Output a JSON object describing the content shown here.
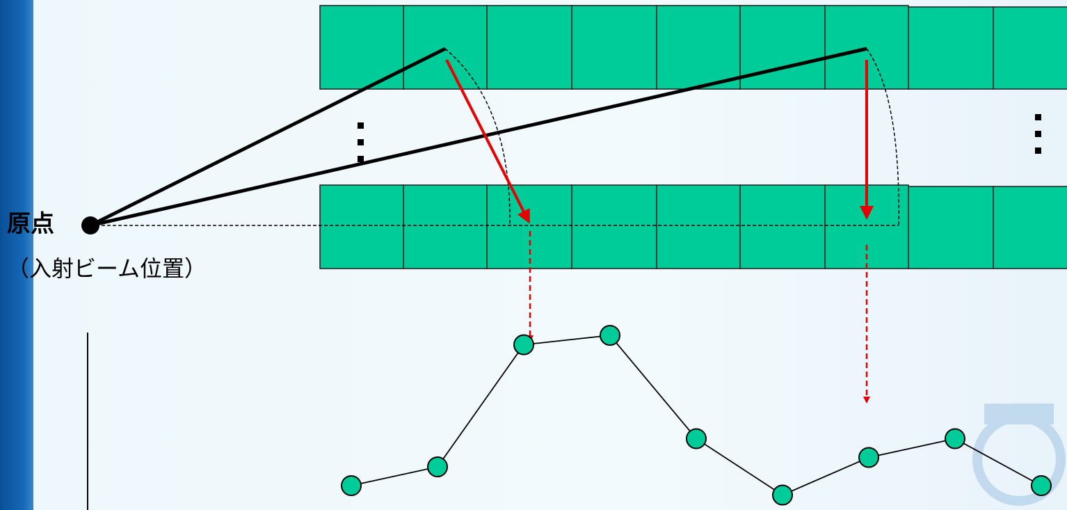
{
  "labels": {
    "origin": "原点",
    "origin_note": "（入射ビーム位置）"
  },
  "colors": {
    "cell_fill": "#00cc99",
    "cell_stroke": "#1a1a1a",
    "arrow_red": "#e60000",
    "line_black": "#000000",
    "left_bar": "#1669b8",
    "point_fill": "#00cc99"
  },
  "detector": {
    "rows": 2,
    "cells_per_row": 9
  },
  "plot": {
    "points": [
      {
        "x": 1,
        "y": 2
      },
      {
        "x": 2,
        "y": 4
      },
      {
        "x": 3,
        "y": 17
      },
      {
        "x": 4,
        "y": 18
      },
      {
        "x": 5,
        "y": 7
      },
      {
        "x": 6,
        "y": 1
      },
      {
        "x": 7,
        "y": 5
      },
      {
        "x": 8,
        "y": 7
      },
      {
        "x": 9,
        "y": 2
      }
    ]
  }
}
